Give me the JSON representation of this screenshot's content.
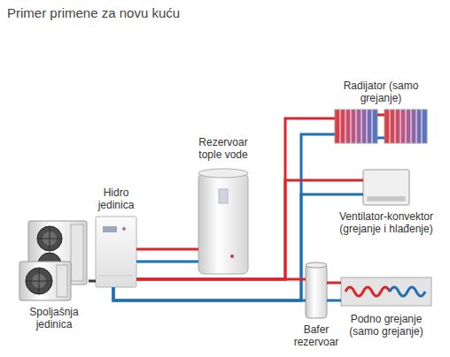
{
  "diagram": {
    "title": "Primer primene za novu kuću",
    "nodes": [
      {
        "text": [
          "Spoljašnja jedinica"
        ]
      },
      {
        "text": [
          "Hidro jedinica"
        ]
      },
      {
        "text": [
          "Rezervoar tople vode"
        ]
      },
      {
        "text": [
          "Radijator (samo grejanje)"
        ]
      },
      {
        "text": [
          "Ventilator-konvektor (grejanje i hlađenje)"
        ]
      },
      {
        "text": [
          "Bafer rezervoar"
        ]
      },
      {
        "text": [
          "Podno grejanje (samo grejanje)"
        ]
      }
    ],
    "edges": [
      {
        "from": 0,
        "to": 1,
        "arrow": "none"
      },
      {
        "from": 1,
        "to": 2,
        "arrow": "none"
      },
      {
        "from": 1,
        "to": 3,
        "arrow": "none"
      },
      {
        "from": 1,
        "to": 4,
        "arrow": "none"
      },
      {
        "from": 1,
        "to": 5,
        "arrow": "none"
      },
      {
        "from": 5,
        "to": 6,
        "arrow": "none"
      }
    ]
  }
}
